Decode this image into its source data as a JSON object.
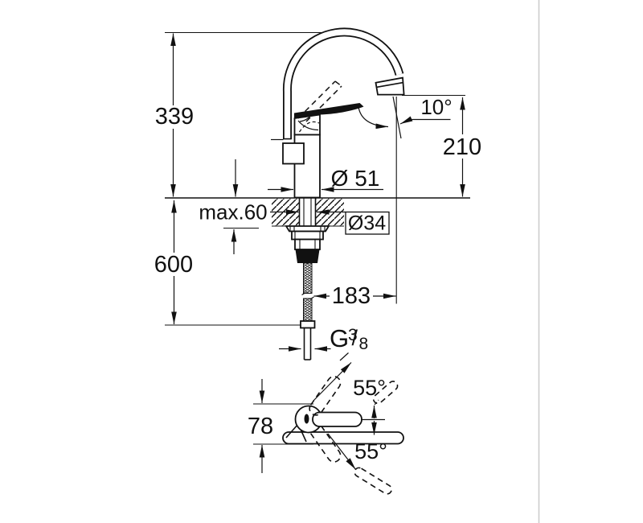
{
  "page": {
    "background": "#ffffff",
    "divider_color": "#cccccc",
    "line_color": "#111111"
  },
  "drawing": {
    "side_view": {
      "dims": {
        "total_height": "339",
        "under_depth": "600",
        "counter_thickness": "max.60",
        "shank_diameter": "Ø34",
        "body_diameter": "Ø 51",
        "spout_height": "210",
        "stream_angle": "10°",
        "spout_reach": "183",
        "thread": {
          "letter": "G",
          "numerator": "3",
          "slash": "/",
          "denominator": "8"
        }
      }
    },
    "plan_view": {
      "dims": {
        "body_width": "78",
        "lever_swing_up": "55°",
        "lever_swing_down": "55°"
      }
    }
  }
}
